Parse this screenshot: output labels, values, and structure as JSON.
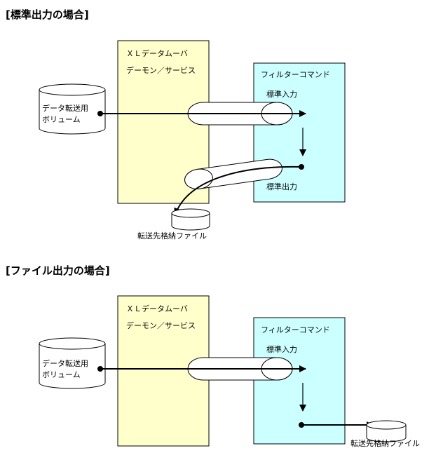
{
  "section1": {
    "title": "[標準出力の場合]",
    "xl_box": {
      "line1": "ＸＬデータムーバ",
      "line2": "デーモン／サービス"
    },
    "filter_box": {
      "title": "フィルターコマンド",
      "stdin_label": "標準入力",
      "stdout_label": "標準出力"
    },
    "volume": {
      "line1": "データ転送用",
      "line2": "ボリューム"
    },
    "dest_file": "転送先格納ファイル"
  },
  "section2": {
    "title": "[ファイル出力の場合]",
    "xl_box": {
      "line1": "ＸＬデータムーバ",
      "line2": "デーモン／サービス"
    },
    "filter_box": {
      "title": "フィルターコマンド",
      "stdin_label": "標準入力"
    },
    "volume": {
      "line1": "データ転送用",
      "line2": "ボリューム"
    },
    "dest_file": "転送先格納ファイル"
  },
  "colors": {
    "xl_box_fill": "#FFFFCC",
    "filter_box_fill": "#CCFFFF",
    "stroke": "#000000"
  }
}
